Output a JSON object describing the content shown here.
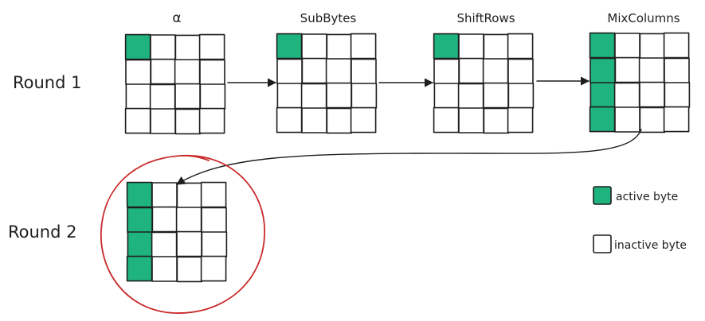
{
  "colors": {
    "active": "#1fb47e",
    "inactive": "#ffffff",
    "stroke": "#1e1e1e",
    "highlight_circle": "#c92a2a"
  },
  "rounds": [
    {
      "label": "Round 1"
    },
    {
      "label": "Round 2"
    }
  ],
  "grids": [
    {
      "label": "α",
      "active_cells": [
        [
          0,
          0
        ]
      ]
    },
    {
      "label": "SubBytes",
      "active_cells": [
        [
          0,
          0
        ]
      ]
    },
    {
      "label": "ShiftRows",
      "active_cells": [
        [
          0,
          0
        ]
      ]
    },
    {
      "label": "MixColumns",
      "active_cells": [
        [
          0,
          0
        ],
        [
          1,
          0
        ],
        [
          2,
          0
        ],
        [
          3,
          0
        ]
      ]
    },
    {
      "label": "",
      "active_cells": [
        [
          0,
          0
        ],
        [
          1,
          0
        ],
        [
          2,
          0
        ],
        [
          3,
          0
        ]
      ]
    }
  ],
  "legend": {
    "active_label": "active byte",
    "inactive_label": "inactive byte"
  }
}
